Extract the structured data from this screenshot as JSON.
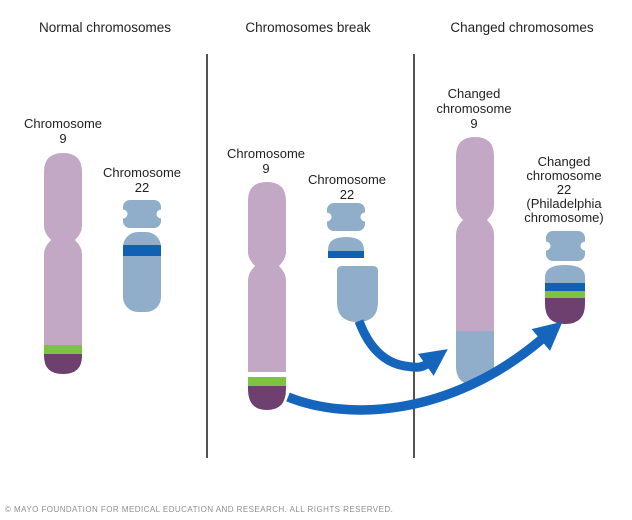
{
  "panels": [
    {
      "title": "Normal chromosomes",
      "chromosome9": {
        "label": "Chromosome\n9"
      },
      "chromosome22": {
        "label": "Chromosome\n22"
      }
    },
    {
      "title": "Chromosomes break",
      "chromosome9": {
        "label": "Chromosome\n9"
      },
      "chromosome22": {
        "label": "Chromosome\n22"
      }
    },
    {
      "title": "Changed chromosomes",
      "chromosome9": {
        "label": "Changed\nchromosome\n9"
      },
      "chromosome22": {
        "label": "Changed\nchromosome\n22\n(Philadelphia\nchromosome)"
      }
    }
  ],
  "footer": {
    "copyright": "© MAYO FOUNDATION FOR MEDICAL EDUCATION AND RESEARCH. ALL RIGHTS RESERVED."
  },
  "colors": {
    "background": "#ffffff",
    "chromosome9_body": "#c3a8c5",
    "chromosome22_body": "#90aec9",
    "band_blue": "#1060b4",
    "band_green": "#7dc242",
    "tip_purple": "#6d4070",
    "arrow_blue": "#1565bd",
    "divider": "#1a1a1a",
    "text": "#231f20",
    "footer_text": "#8f8f8f"
  }
}
